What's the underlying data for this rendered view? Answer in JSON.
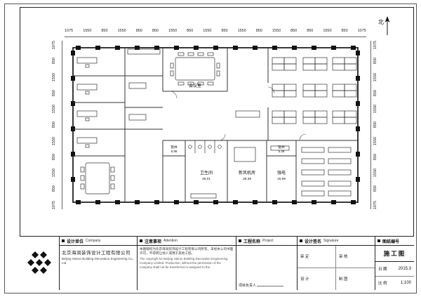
{
  "north": {
    "label": "北"
  },
  "dims": {
    "top": [
      "1075",
      "1550",
      "850",
      "1550",
      "850",
      "850",
      "1550",
      "850",
      "1550",
      "850",
      "1550",
      "850",
      "1550",
      "850",
      "850",
      "1550",
      "850",
      "1075"
    ],
    "left": [
      "1075",
      "850",
      "1550",
      "850",
      "1550",
      "850",
      "1550",
      "850",
      "1550",
      "850",
      "1075"
    ],
    "right": [
      "1075",
      "850",
      "1550",
      "850",
      "1550",
      "850",
      "1550",
      "850",
      "1550",
      "850",
      "1075"
    ]
  },
  "plan": {
    "rooms": {
      "meeting": {
        "name": "会议室"
      },
      "shaft_left": {
        "name": "管井",
        "area": "5.98"
      },
      "shaft_right": {
        "name": "管井",
        "area": "5.38"
      },
      "toilet": {
        "name": "卫生间",
        "area": "46.01"
      },
      "ahu": {
        "name": "新风机房",
        "area": "28.38"
      },
      "power": {
        "name": "强电",
        "area": "15.99"
      }
    }
  },
  "titleblock": {
    "company": {
      "header_cn": "设计单位",
      "header_en": "Company",
      "name_cn": "北京海润装饰设计工程有限公司",
      "name_en": "Beijing Hairun Building Decoration Engineering Co., Ltd."
    },
    "attention": {
      "header_cn": "注意事项",
      "header_en": "Attention",
      "body_cn": "本图版权为北京海润装饰设计工程有限公司所有，未经本公司书面许可，不得转让他人或用于其他工程。",
      "body_en": "The copyright for Beijing Hairun Building Decoration Engineering Company Limited. Production, without the permission of the company shall not be transferred or assigned to the."
    },
    "project": {
      "header_cn": "工程名称",
      "header_en": "Project",
      "manager_label": "项目负责人"
    },
    "signature": {
      "header_cn": "设计签名",
      "header_en": "Signature",
      "rows": [
        "审 定",
        "审 核",
        "设 计",
        "制 图"
      ]
    },
    "sheet": {
      "header_cn": "图纸编号",
      "type": "施工图",
      "date_label": "日 期",
      "date": "2015.3",
      "scale_label": "比 例",
      "scale": "1:100"
    }
  }
}
